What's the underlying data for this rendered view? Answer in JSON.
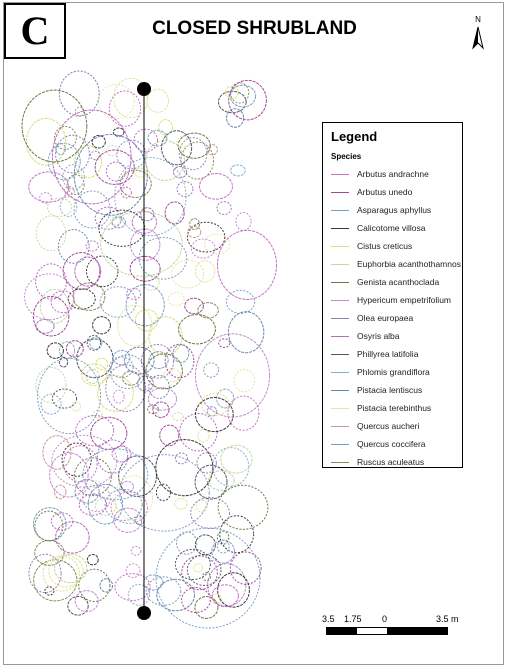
{
  "panel_label": "C",
  "map_title": "CLOSED SHRUBLAND",
  "north_arrow": {
    "letter": "N",
    "icon": "north-arrow-icon"
  },
  "legend": {
    "title": "Legend",
    "subtitle": "Species",
    "items": [
      {
        "label": "Arbutus andrachne",
        "color": "#c96fc9"
      },
      {
        "label": "Arbutus unedo",
        "color": "#a24a9a"
      },
      {
        "label": "Asparagus aphyllus",
        "color": "#7e9ec2"
      },
      {
        "label": "Calicotome villosa",
        "color": "#3a3a3a"
      },
      {
        "label": "Cistus creticus",
        "color": "#d8e07a"
      },
      {
        "label": "Euphorbia acanthothamnos",
        "color": "#c8d8a0"
      },
      {
        "label": "Genista acanthoclada",
        "color": "#6a7a44"
      },
      {
        "label": "Hypericum empetrifolium",
        "color": "#c48ad0"
      },
      {
        "label": "Olea europaea",
        "color": "#9a7ab8"
      },
      {
        "label": "Osyris alba",
        "color": "#b86ac0"
      },
      {
        "label": "Phillyrea latifolia",
        "color": "#555566"
      },
      {
        "label": "Phlomis grandiflora",
        "color": "#8ab0c8"
      },
      {
        "label": "Pistacia lentiscus",
        "color": "#6a86b0"
      },
      {
        "label": "Pistacia terebinthus",
        "color": "#e6e6a0"
      },
      {
        "label": "Quercus aucheri",
        "color": "#c89a90"
      },
      {
        "label": "Quercus coccifera",
        "color": "#7ea0c8"
      },
      {
        "label": "Ruscus aculeatus",
        "color": "#8c8c5a"
      }
    ]
  },
  "scale_bar": {
    "labels": [
      "3.5",
      "1.75",
      "0",
      "3.5 m"
    ]
  }
}
